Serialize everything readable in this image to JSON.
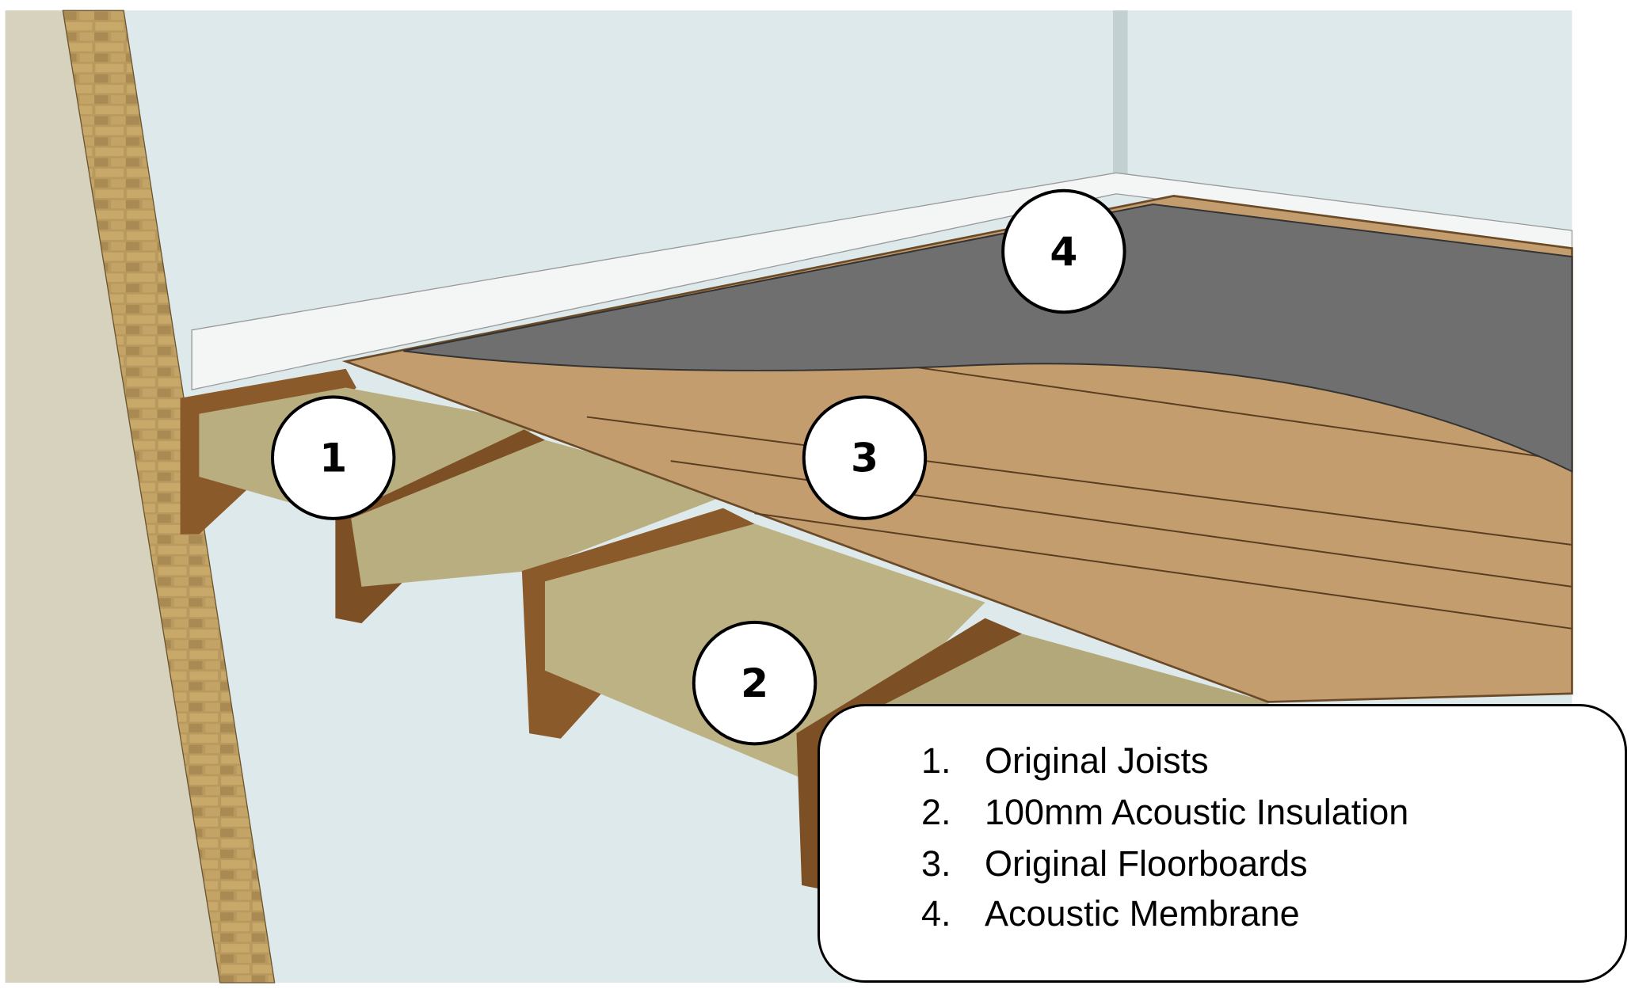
{
  "callouts": [
    {
      "number": "1"
    },
    {
      "number": "2"
    },
    {
      "number": "3"
    },
    {
      "number": "4"
    }
  ],
  "legend": {
    "items": [
      {
        "number": "1.",
        "label": "Original Joists"
      },
      {
        "number": "2.",
        "label": "100mm Acoustic Insulation"
      },
      {
        "number": "3.",
        "label": "Original Floorboards"
      },
      {
        "number": "4.",
        "label": "Acoustic Membrane"
      }
    ]
  },
  "colors": {
    "wall": "#dde9ea",
    "membrane": "#6f6f6f",
    "floorboards": "#c39d6d",
    "joists": "#8b5a2b",
    "insulation": "#b9ae80",
    "brick": "#b8995e"
  }
}
